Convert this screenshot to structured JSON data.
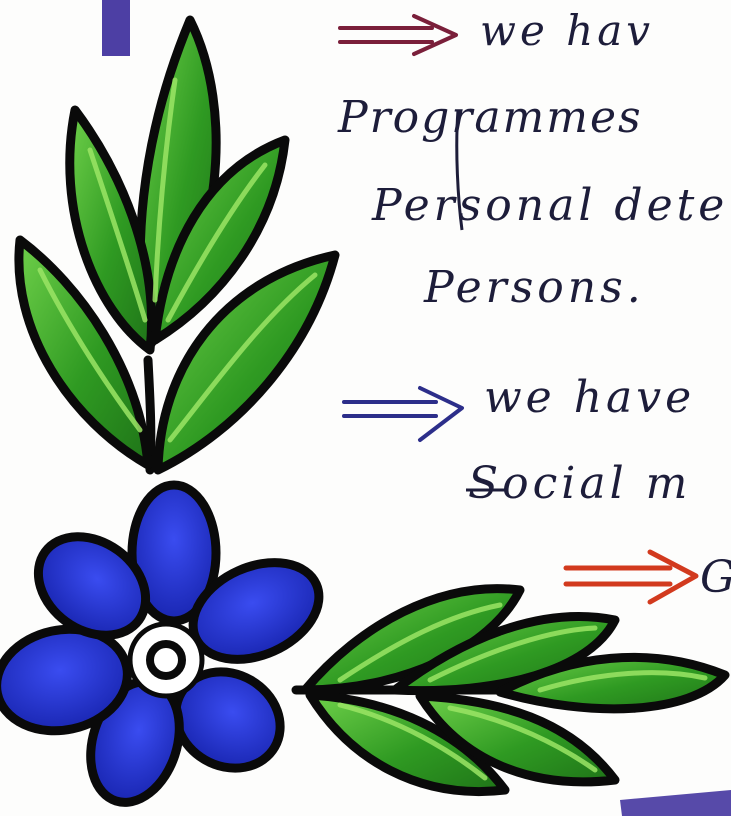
{
  "handwriting": {
    "line1": "we hav",
    "line2": "Programmes",
    "line3": "Personal dete",
    "line4": "Persons.",
    "line5": "we have",
    "line6": "Social m",
    "line7": "G"
  },
  "colors": {
    "paper": "#fdfdfc",
    "ink": "#1d1d3a",
    "leaf_fill": "#3fae2a",
    "leaf_highlight": "#8fdc5a",
    "petal_fill": "#1f2fd0",
    "outline": "#0a0a0a",
    "arrow_maroon": "#7a1f3a",
    "arrow_blue": "#2c2e8a",
    "arrow_red": "#d23a1e",
    "marker_purple": "#3a2a9a"
  },
  "icons": {
    "arrow": "double-arrow-icon",
    "leaf": "leaf-icon",
    "flower": "flower-icon"
  }
}
